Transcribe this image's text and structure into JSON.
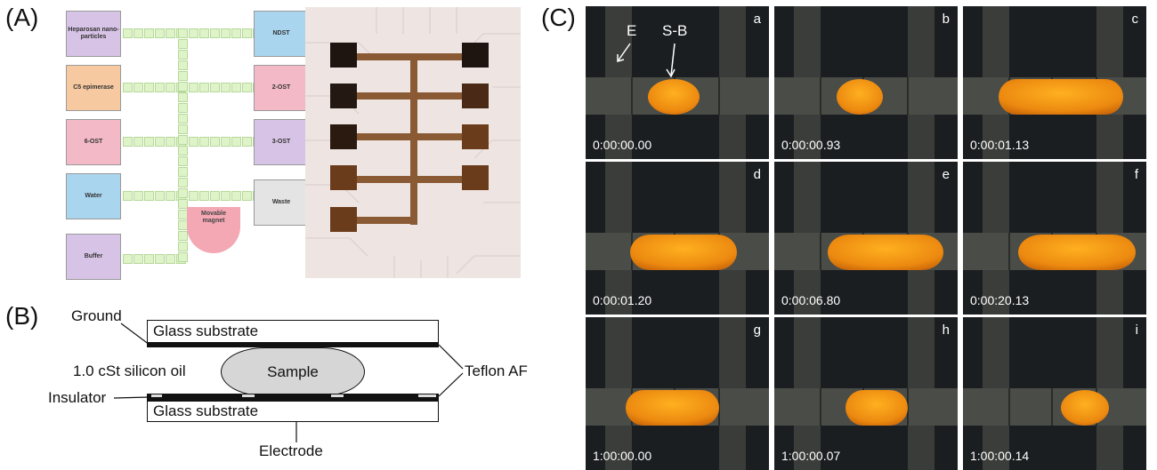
{
  "panels": {
    "a": "(A)",
    "b": "(B)",
    "c": "(C)"
  },
  "panel_a": {
    "left_boxes": [
      {
        "label": "Heparosan nano-particles",
        "color": "#d7c3e6"
      },
      {
        "label": "C5 epimerase",
        "color": "#f6c9a0"
      },
      {
        "label": "6-OST",
        "color": "#f3b9c6"
      },
      {
        "label": "Water",
        "color": "#a9d5ee"
      },
      {
        "label": "Buffer",
        "color": "#d7c3e6"
      }
    ],
    "right_boxes": [
      {
        "label": "NDST",
        "color": "#a9d5ee"
      },
      {
        "label": "2-OST",
        "color": "#f3b9c6"
      },
      {
        "label": "3-OST",
        "color": "#d7c3e6"
      },
      {
        "label": "Waste",
        "color": "#e4e4e4"
      }
    ],
    "magnet_label": "Movable magnet"
  },
  "panel_b": {
    "top_glass": "Glass substrate",
    "bottom_glass": "Glass substrate",
    "sample": "Sample",
    "ground": "Ground",
    "oil": "1.0 cSt silicon oil",
    "teflon": "Teflon AF",
    "insulator": "Insulator",
    "electrode": "Electrode"
  },
  "panel_c": {
    "arrow_e": "E",
    "arrow_sb": "S-B",
    "frames": [
      {
        "letter": "a",
        "time": "0:00:00.00"
      },
      {
        "letter": "b",
        "time": "0:00:00.93"
      },
      {
        "letter": "c",
        "time": "0:00:01.13"
      },
      {
        "letter": "d",
        "time": "0:00:01.20"
      },
      {
        "letter": "e",
        "time": "0:00:06.80"
      },
      {
        "letter": "f",
        "time": "0:00:20.13"
      },
      {
        "letter": "g",
        "time": "1:00:00.00"
      },
      {
        "letter": "h",
        "time": "1:00:00.07"
      },
      {
        "letter": "i",
        "time": "1:00:00.14"
      }
    ]
  }
}
